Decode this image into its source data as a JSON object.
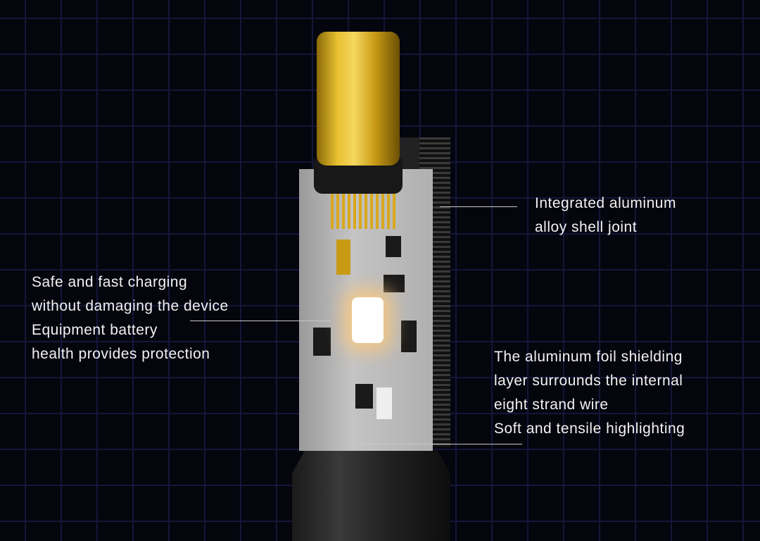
{
  "annotations": {
    "shell_joint": [
      "Integrated aluminum",
      "alloy shell joint"
    ],
    "charging": [
      "Safe and fast charging",
      "without damaging the device",
      "Equipment battery",
      "health provides protection"
    ],
    "shielding": [
      "The aluminum foil shielding",
      "layer surrounds the internal",
      "eight strand wire",
      "Soft and tensile highlighting"
    ]
  }
}
